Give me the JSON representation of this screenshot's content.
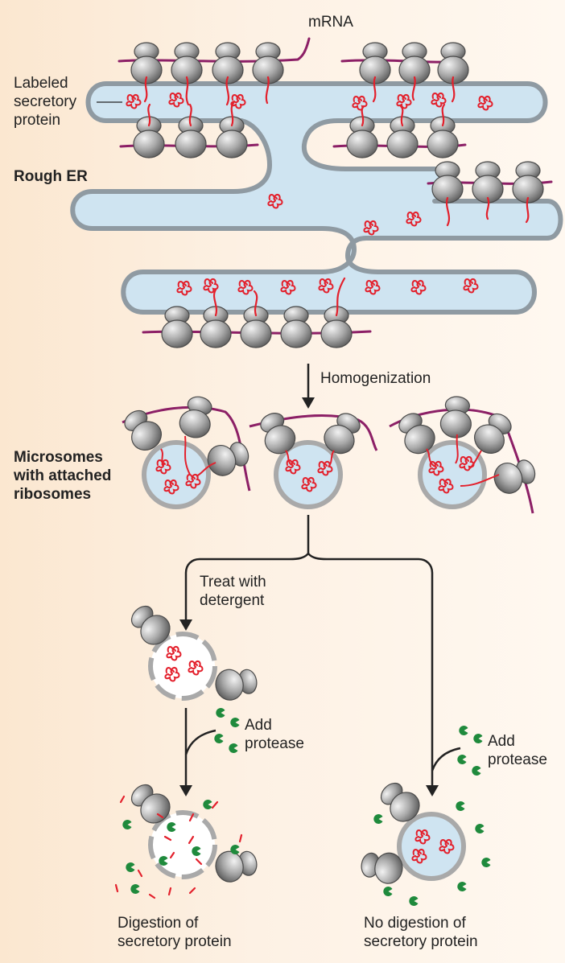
{
  "labels": {
    "mrna": "mRNA",
    "labeled_protein": "Labeled\nsecretory\nprotein",
    "rough_er": "Rough ER",
    "homogenization": "Homogenization",
    "microsomes": "Microsomes\nwith attached\nribosomes",
    "treat_detergent": "Treat with\ndetergent",
    "add_protease_left": "Add\nprotease",
    "add_protease_right": "Add\nprotease",
    "result_left": "Digestion of\nsecretory protein",
    "result_right": "No digestion of\nsecretory protein"
  },
  "colors": {
    "er_fill": "#cfe4f1",
    "er_stroke": "#8f9aa2",
    "ribosome": "#9a9a9a",
    "mrna": "#8c1f66",
    "protein": "#e3202c",
    "protease": "#1f8a3c",
    "arrow": "#222222"
  }
}
